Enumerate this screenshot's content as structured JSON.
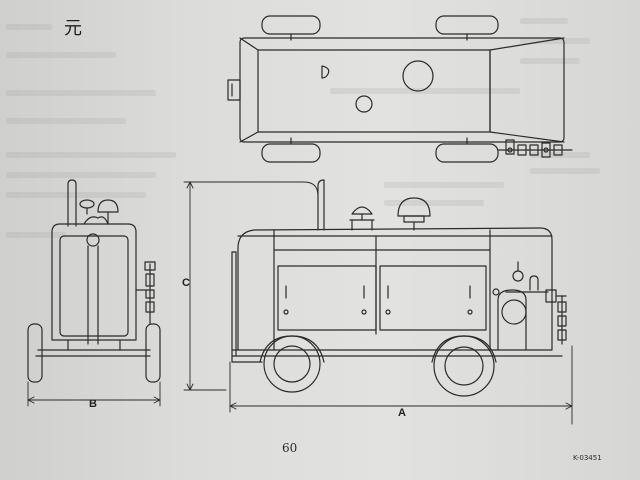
{
  "page": {
    "heading": "元",
    "page_number": "60",
    "figure_code": "K-03451"
  },
  "dimensions": {
    "width_label": "B",
    "length_label": "A",
    "height_label": "C"
  },
  "colors": {
    "line": "#2b2b2b",
    "paper": "#dcdcda"
  }
}
